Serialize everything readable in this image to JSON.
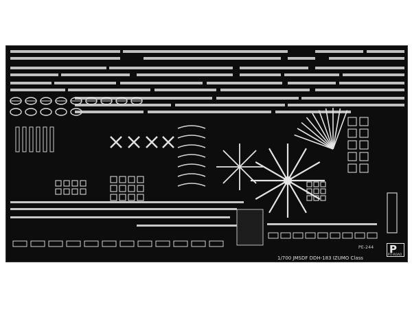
{
  "sheet": {
    "product_code": "PE-244",
    "caption": "1/700 JMSDF DDH-183 IZUMO Class",
    "logo_letter": "P",
    "logo_brand": "PIT-ROAD",
    "colors": {
      "background": "#0d0d0d",
      "part": "#d9d9d9",
      "part_dim": "#9a9a9a",
      "page": "#ffffff"
    }
  }
}
